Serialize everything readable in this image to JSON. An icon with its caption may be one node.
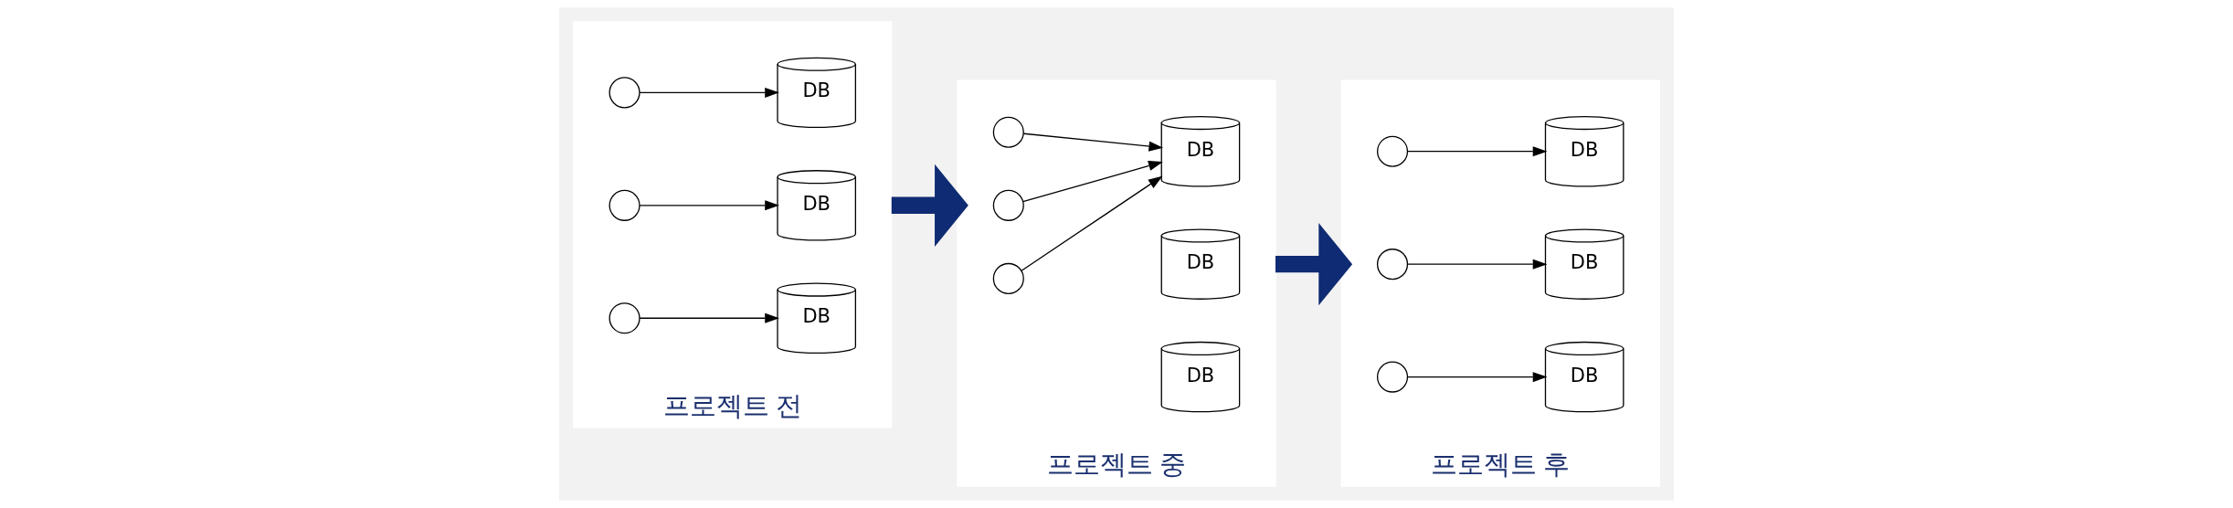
{
  "diagram": {
    "nodes": [
      {
        "text": [
          "프로젝트 전"
        ]
      },
      {
        "text": [],
        "shape": "person",
        "in": 0
      },
      {
        "text": [],
        "shape": "person",
        "in": 0
      },
      {
        "text": [],
        "shape": "person",
        "in": 0
      },
      {
        "text": [
          "DB"
        ],
        "in": 0
      },
      {
        "text": [
          "DB"
        ],
        "in": 0
      },
      {
        "text": [
          "DB"
        ],
        "in": 0
      },
      {
        "text": [
          "프로젝트 중"
        ]
      },
      {
        "text": [],
        "shape": "person",
        "in": 7
      },
      {
        "text": [],
        "shape": "person",
        "in": 7
      },
      {
        "text": [],
        "shape": "person",
        "in": 7
      },
      {
        "text": [
          "DB"
        ],
        "in": 7
      },
      {
        "text": [
          "DB"
        ],
        "in": 7
      },
      {
        "text": [
          "DB"
        ],
        "in": 7
      },
      {
        "text": [
          "프로젝트 후"
        ]
      },
      {
        "text": [],
        "shape": "person",
        "in": 14
      },
      {
        "text": [],
        "shape": "person",
        "in": 14
      },
      {
        "text": [],
        "shape": "person",
        "in": 14
      },
      {
        "text": [
          "DB"
        ],
        "in": 14
      },
      {
        "text": [
          "DB"
        ],
        "in": 14
      },
      {
        "text": [
          "DB"
        ],
        "in": 14
      }
    ],
    "edges": [
      {
        "from": 1,
        "to": 4,
        "arrow": "to"
      },
      {
        "from": 2,
        "to": 5,
        "arrow": "to"
      },
      {
        "from": 3,
        "to": 6,
        "arrow": "to"
      },
      {
        "from": 8,
        "to": 11,
        "arrow": "to"
      },
      {
        "from": 9,
        "to": 11,
        "arrow": "to"
      },
      {
        "from": 10,
        "to": 11,
        "arrow": "to"
      },
      {
        "from": 15,
        "to": 18,
        "arrow": "to"
      },
      {
        "from": 16,
        "to": 19,
        "arrow": "to"
      },
      {
        "from": 17,
        "to": 20,
        "arrow": "to"
      },
      {
        "from": 0,
        "to": 7,
        "arrow": "to",
        "style": "thick",
        "color": "#0f2b73"
      },
      {
        "from": 7,
        "to": 14,
        "arrow": "to",
        "style": "thick",
        "color": "#0f2b73"
      }
    ]
  }
}
